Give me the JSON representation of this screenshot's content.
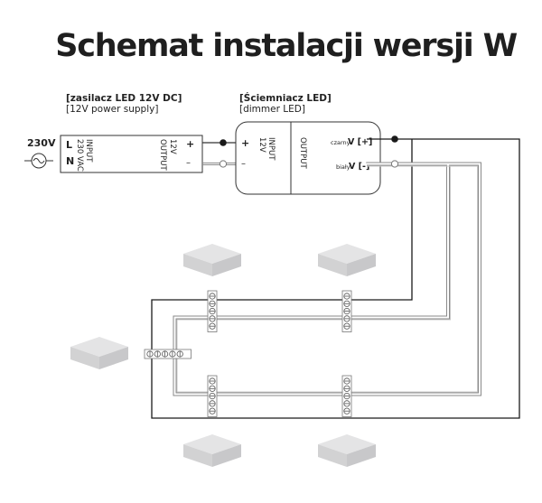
{
  "title": "Schemat instalacji wersji W",
  "power_supply": {
    "label_pl": "[zasilacz LED 12V DC]",
    "label_en": "[12V power supply]",
    "input_label": "INPUT",
    "input_voltage": "230 VAC",
    "output_label": "OUTPUT",
    "output_voltage": "12V",
    "terminal_l": "L",
    "terminal_n": "N",
    "terminal_plus": "+",
    "terminal_minus": "–"
  },
  "mains": {
    "voltage": "230V",
    "symbol": "ac-source-icon"
  },
  "dimmer": {
    "label_pl": "[Ściemniacz LED]",
    "label_en": "[dimmer LED]",
    "input_label": "INPUT",
    "input_voltage": "12V",
    "output_label": "OUTPUT",
    "terminal_plus": "+",
    "terminal_minus": "–",
    "out_plus_color": "czarny",
    "out_plus_label": "V [+]",
    "out_minus_color": "biały",
    "out_minus_label": "V  [-]"
  },
  "wire_colors": {
    "positive": "#1a1a1a",
    "negative_outer": "#8a8a8a",
    "negative_inner": "#c8c8c8"
  },
  "led_modules": [
    {
      "id": "led-top-left"
    },
    {
      "id": "led-top-right"
    },
    {
      "id": "led-middle-left"
    },
    {
      "id": "led-bottom-left"
    },
    {
      "id": "led-bottom-right"
    }
  ],
  "terminal_blocks": [
    {
      "id": "block-top-left",
      "terminals": 5
    },
    {
      "id": "block-top-right",
      "terminals": 5
    },
    {
      "id": "block-middle",
      "terminals": 5
    },
    {
      "id": "block-bottom-left",
      "terminals": 5
    },
    {
      "id": "block-bottom-right",
      "terminals": 5
    }
  ]
}
